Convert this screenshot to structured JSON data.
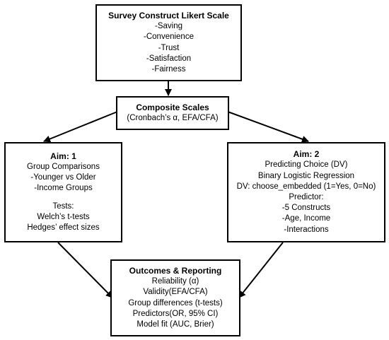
{
  "survey": {
    "title": "Survey Construct Likert Scale",
    "items": [
      "-Saving",
      "-Convenience",
      "-Trust",
      "-Satisfaction",
      "-Fairness"
    ]
  },
  "composite": {
    "title": "Composite Scales",
    "detail": "(Cronbach’s α, EFA/CFA)"
  },
  "aim1": {
    "title": "Aim: 1",
    "items": [
      "Group Comparisons",
      "-Younger vs Older",
      "-Income Groups"
    ],
    "tests_label": "Tests:",
    "tests": [
      "Welch’s t-tests",
      "Hedges’ effect sizes"
    ]
  },
  "aim2": {
    "title": "Aim: 2",
    "items": [
      "Predicting Choice (DV)",
      "Binary Logistic Regression",
      "DV: choose_embedded (1=Yes, 0=No)"
    ],
    "predictor_label": "Predictor:",
    "predictors": [
      "-5 Constructs",
      "-Age, Income",
      "-Interactions"
    ]
  },
  "outcomes": {
    "title": "Outcomes & Reporting",
    "items": [
      "Reliability (α)",
      "Validity(EFA/CFA)",
      "Group differences (t-tests)",
      "Predictors(OR, 95% CI)",
      "Model fit (AUC, Brier)"
    ]
  }
}
